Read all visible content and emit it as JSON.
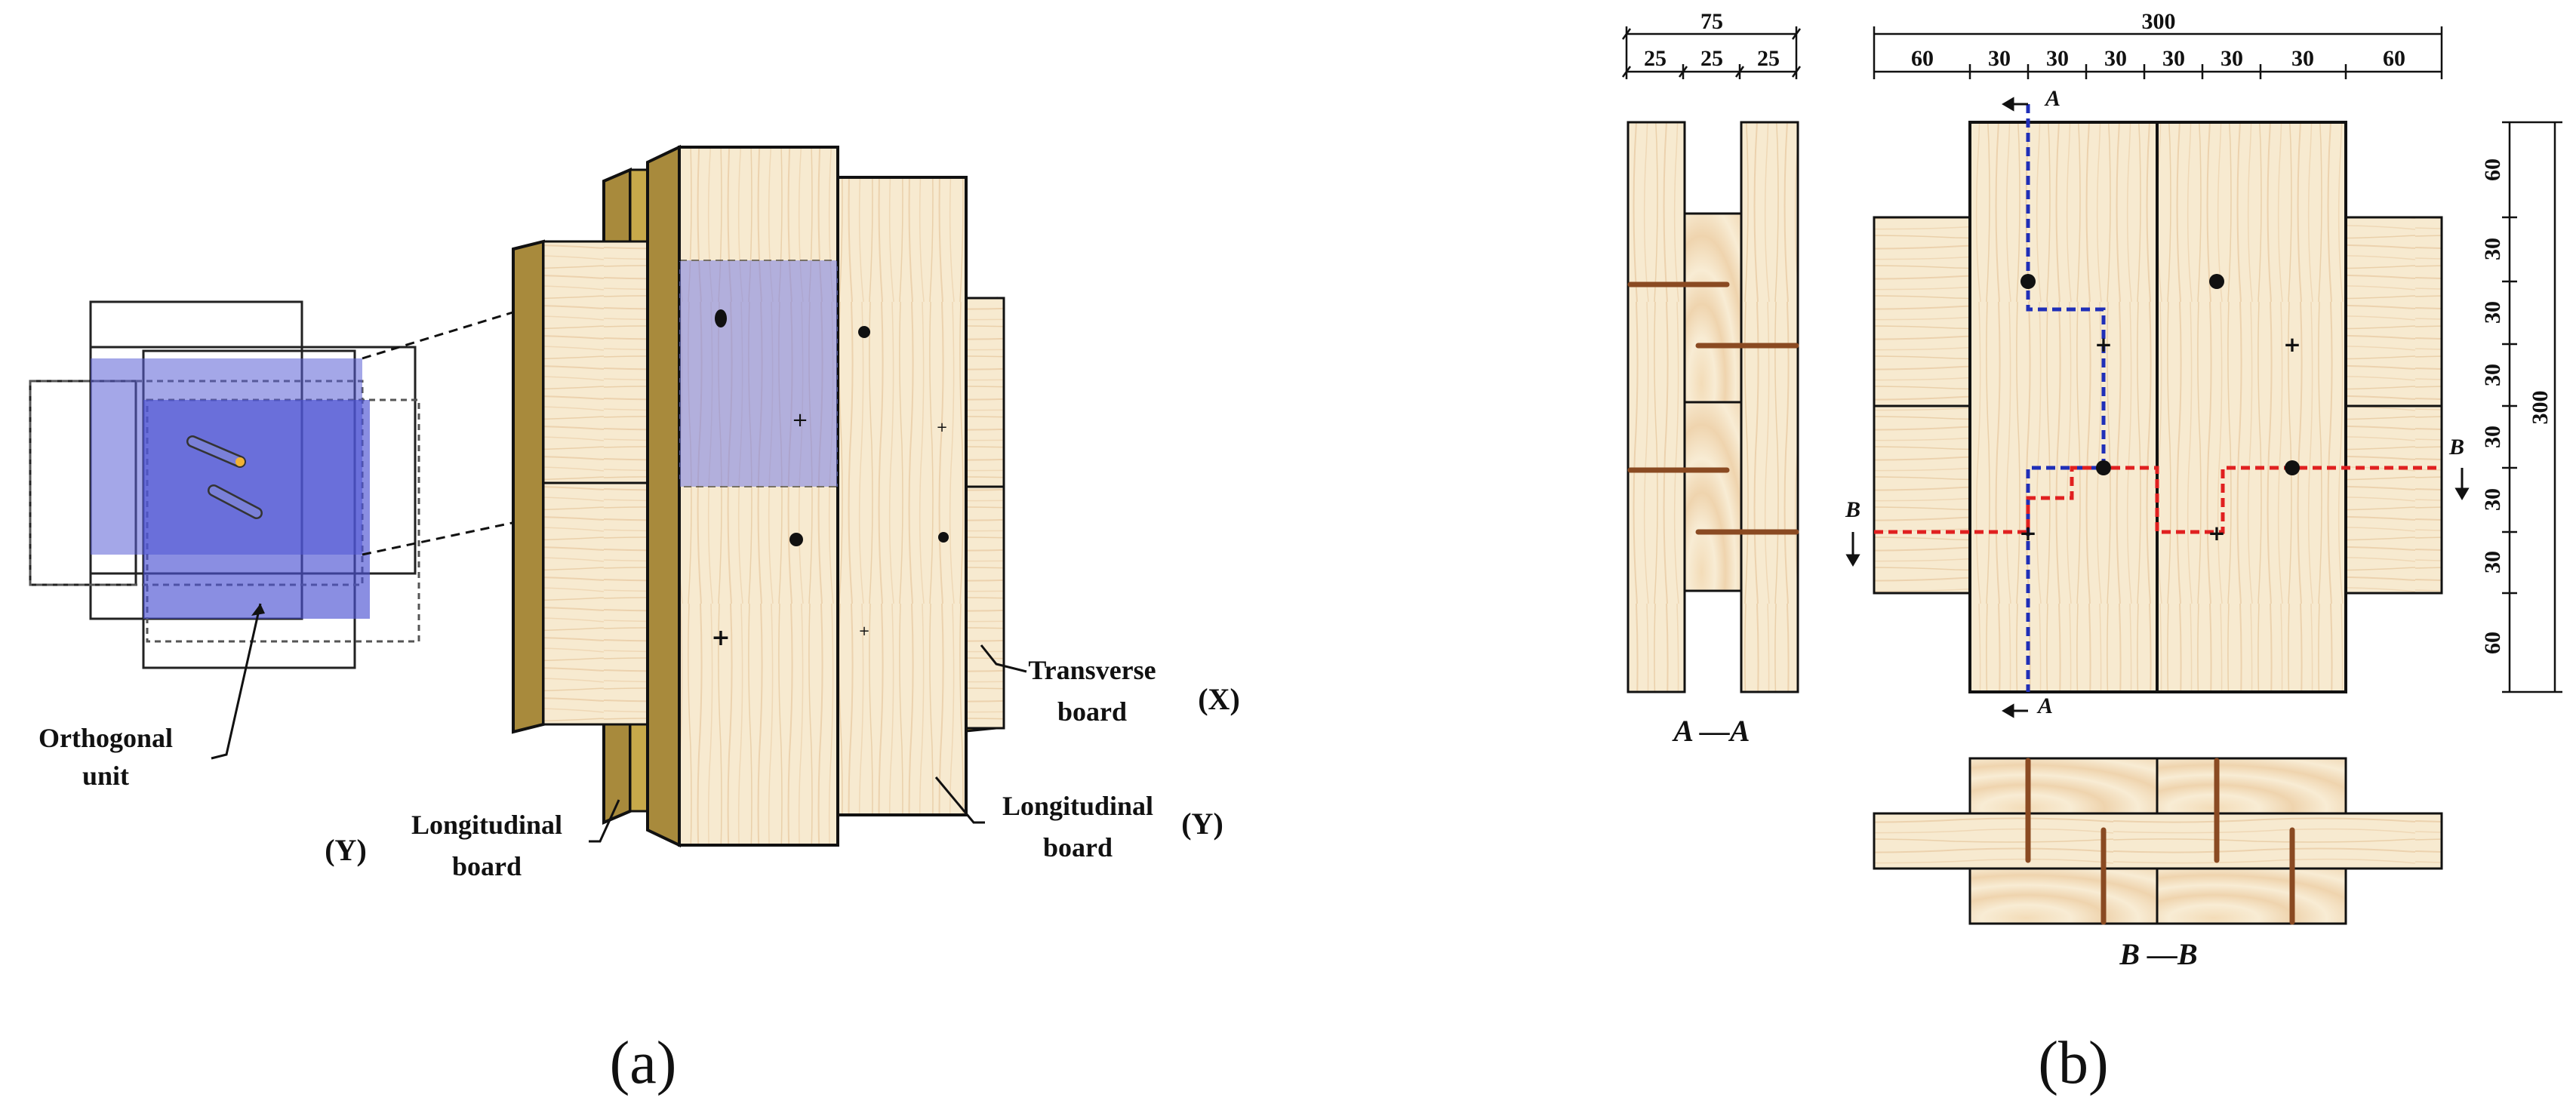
{
  "panel_a": {
    "label_orthogonal_line1": "Orthogonal",
    "label_orthogonal_line2": "unit",
    "label_transverse_line1": "Transverse",
    "label_transverse_line2": "board",
    "label_x_axis": "(X)",
    "label_long_left_line1": "Longitudinal",
    "label_long_left_line2": "board",
    "label_y_left": "(Y)",
    "label_long_right_line1": "Longitudinal",
    "label_long_right_line2": "board",
    "label_y_right": "(Y)",
    "caption": "(a)"
  },
  "panel_b": {
    "dim_total_side": "75",
    "dim_side_parts": [
      "25",
      "25",
      "25"
    ],
    "dim_total_front": "300",
    "dim_front_parts": [
      "60",
      "30",
      "30",
      "30",
      "30",
      "30",
      "30",
      "60"
    ],
    "dim_total_right": "300",
    "dim_right_parts": [
      "60",
      "30",
      "30",
      "30",
      "30",
      "30",
      "30",
      "60"
    ],
    "section_marker_a": "A",
    "section_marker_b": "B",
    "section_aa": "A —A",
    "section_bb": "B —B",
    "caption": "(b)"
  },
  "colors": {
    "wood": "#f6e7c8",
    "wood_grain": "#e8c9a0",
    "board_edge": "#a88a3c",
    "orthogonal_unit": "#5a5fd6",
    "path_blue": "#1f2fb8",
    "path_red": "#e02020",
    "nail": "#8a4a22"
  }
}
